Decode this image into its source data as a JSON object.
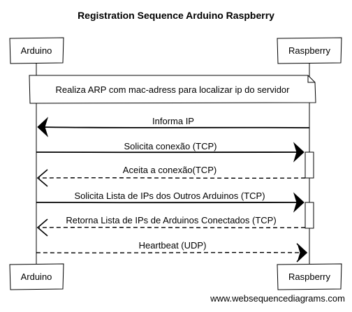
{
  "diagram": {
    "title": "Registration  Sequence Arduino Raspberry",
    "participants": [
      {
        "id": "arduino",
        "label": "Arduino"
      },
      {
        "id": "raspberry",
        "label": "Raspberry"
      }
    ],
    "note": {
      "over": [
        "arduino",
        "raspberry"
      ],
      "text": "Realiza ARP com mac-adress para localizar ip do servidor"
    },
    "messages": [
      {
        "from": "raspberry",
        "to": "arduino",
        "text": "Informa IP",
        "style": "solid"
      },
      {
        "from": "arduino",
        "to": "raspberry",
        "text": "Solicita conexão (TCP)",
        "style": "solid"
      },
      {
        "from": "raspberry",
        "to": "arduino",
        "text": "Aceita a conexão(TCP)",
        "style": "dashed"
      },
      {
        "from": "arduino",
        "to": "raspberry",
        "text": "Solicita Lista de IPs dos Outros Arduinos (TCP)",
        "style": "solid"
      },
      {
        "from": "raspberry",
        "to": "arduino",
        "text": "Retorna Lista de IPs de Arduinos Conectados (TCP)",
        "style": "dashed"
      },
      {
        "from": "arduino",
        "to": "raspberry",
        "text": "Heartbeat (UDP)",
        "style": "dashed"
      }
    ],
    "activations": [
      {
        "on": "raspberry",
        "from_message": 1,
        "to_message": 2
      },
      {
        "on": "raspberry",
        "from_message": 3,
        "to_message": 4
      }
    ],
    "watermark": "www.websequencediagrams.com"
  }
}
